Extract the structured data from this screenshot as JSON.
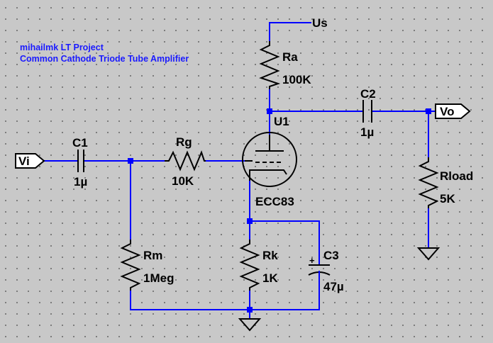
{
  "project": {
    "title_line1": "mihailmk LT Project",
    "title_line2": "Common Cathode Triode Tube Amplifier"
  },
  "supply": {
    "label": "Us"
  },
  "ports": {
    "input": "Vi",
    "output": "Vo"
  },
  "components": {
    "ra": {
      "ref": "Ra",
      "value": "100K"
    },
    "c2": {
      "ref": "C2",
      "value": "1µ"
    },
    "u1": {
      "ref": "U1",
      "model": "ECC83"
    },
    "c1": {
      "ref": "C1",
      "value": "1µ"
    },
    "rg": {
      "ref": "Rg",
      "value": "10K"
    },
    "rload": {
      "ref": "Rload",
      "value": "5K"
    },
    "rm": {
      "ref": "Rm",
      "value": "1Meg"
    },
    "rk": {
      "ref": "Rk",
      "value": "1K"
    },
    "c3": {
      "ref": "C3",
      "value": "47µ",
      "polarity": "+"
    }
  },
  "colors": {
    "wire": "#0000ff",
    "component": "#000000",
    "title": "#1a1aff",
    "background": "#c8c8c8"
  }
}
